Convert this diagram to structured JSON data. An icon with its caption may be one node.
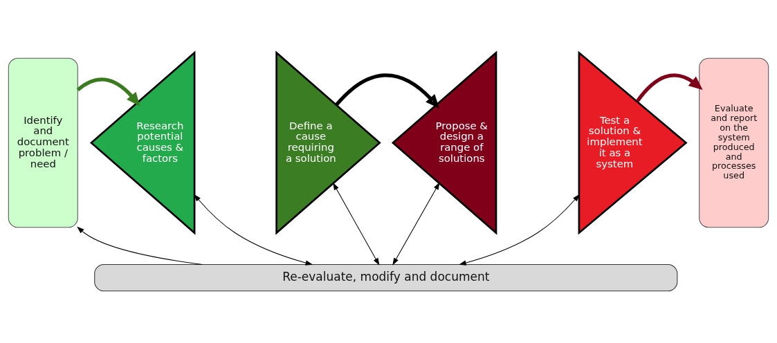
{
  "diagram": {
    "nodes": [
      {
        "text": [
          "Identify and document problem / need"
        ]
      },
      {
        "text": [
          "Research potential causes & factors"
        ]
      },
      {
        "text": [
          "Define a cause requiring a solution"
        ]
      },
      {
        "text": [
          "Propose & design a range of solutions"
        ]
      },
      {
        "text": [
          "Test a solution & implement it as a system"
        ]
      },
      {
        "text": [
          "Evaluate and report on the system produced and processes used"
        ]
      },
      {
        "text": [
          "Re-evaluate, modify and document"
        ]
      }
    ],
    "edges": [
      {
        "from": 0,
        "to": 1,
        "arrow": "to",
        "style": "thick",
        "color": "#3b7a1f"
      },
      {
        "from": 2,
        "to": 3,
        "arrow": "to",
        "style": "thick"
      },
      {
        "from": 4,
        "to": 5,
        "arrow": "to",
        "style": "thick",
        "color": "#7f0019"
      },
      {
        "from": 6,
        "to": 0,
        "arrow": "to"
      },
      {
        "from": 1,
        "to": 6,
        "arrow": "both"
      },
      {
        "from": 2,
        "to": 6,
        "arrow": "both"
      },
      {
        "from": 3,
        "to": 6,
        "arrow": "both"
      },
      {
        "from": 4,
        "to": 6,
        "arrow": "both"
      }
    ]
  }
}
